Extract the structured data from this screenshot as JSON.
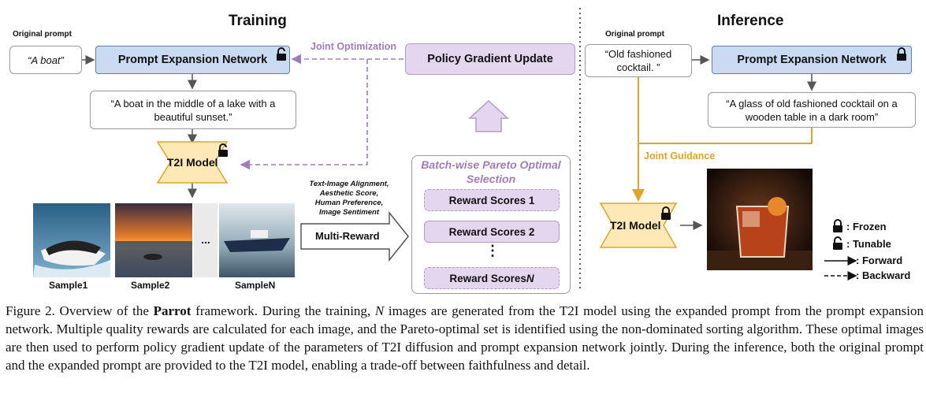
{
  "training": {
    "title": "Training",
    "original_prompt_label": "Original prompt",
    "original_prompt": "“A boat”",
    "prompt_expansion": "Prompt Expansion Network",
    "expanded_prompt": "“A boat in the middle of a lake with a beautiful sunset.”",
    "t2i_model": "T2I Model",
    "joint_optimization": "Joint Optimization",
    "policy_gradient": "Policy Gradient Update",
    "samples": [
      "Sample1",
      "Sample2",
      "SampleN"
    ],
    "ellipsis": "...",
    "reward_criteria": [
      "Text-Image Alignment,",
      "Aesthetic Score,",
      "Human Preference,",
      "Image Sentiment"
    ],
    "multi_reward": "Multi-Reward",
    "pareto_title": "Batch-wise Pareto Optimal Selection",
    "reward_scores": [
      "Reward Scores 1",
      "Reward Scores 2",
      "Reward Scores N"
    ],
    "vdots": "⋮"
  },
  "inference": {
    "title": "Inference",
    "original_prompt_label": "Original prompt",
    "original_prompt": "“Old fashioned cocktail. ”",
    "prompt_expansion": "Prompt Expansion Network",
    "expanded_prompt": "“A glass of old fashioned cocktail on a wooden table in a dark room”",
    "joint_guidance": "Joint Guidance",
    "t2i_model": "T2I Model"
  },
  "legend": {
    "frozen": ": Frozen",
    "tunable": ": Tunable",
    "forward": ": Forward",
    "backward": ": Backward"
  },
  "caption": {
    "prefix": "Figure 2. Overview of the ",
    "bold": "Parrot",
    "part1": " framework. During the training, ",
    "italic_n": "N",
    "rest": " images are generated from the T2I model using the expanded prompt from the prompt expansion network. Multiple quality rewards are calculated for each image, and the Pareto-optimal set is identified using the non-dominated sorting algorithm. These optimal images are then used to perform policy gradient update of the parameters of T2I diffusion and prompt expansion network jointly. During the inference, both the original prompt and the expanded prompt are provided to the T2I model, enabling a trade-off between faithfulness and detail."
  },
  "colors": {
    "blue_fill": "#c9daf2",
    "purple_fill": "#e5d6ef",
    "purple_line": "#a07cbf",
    "orange_line": "#e0a528",
    "t2i_fill": "#fde8b6",
    "t2i_border": "#e0a528"
  }
}
